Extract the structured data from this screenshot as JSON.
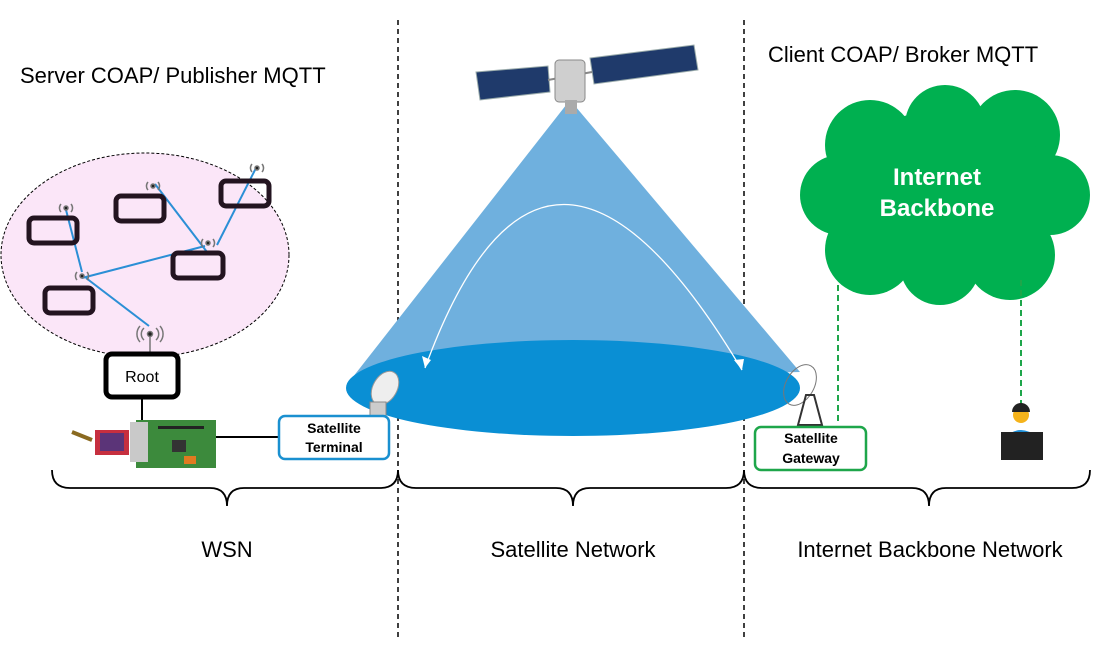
{
  "sections": {
    "wsn": {
      "header": "Server COAP/ Publisher MQTT",
      "footer": "WSN"
    },
    "satellite": {
      "footer": "Satellite Network"
    },
    "internet": {
      "header": "Client COAP/ Broker MQTT",
      "footer": "Internet Backbone Network"
    }
  },
  "root_label": "Root",
  "satellite_terminal": [
    "Satellite",
    "Terminal"
  ],
  "satellite_gateway": [
    "Satellite",
    "Gateway"
  ],
  "cloud": {
    "lines": [
      "Internet",
      "Backbone"
    ],
    "color": "#00b050"
  },
  "colors": {
    "beam": "#6fb0de",
    "footprint": "#0a8fd4",
    "wsn_area": "#fbe6f8",
    "link": "#2b8fd6",
    "gateway": "#1ea64a"
  }
}
